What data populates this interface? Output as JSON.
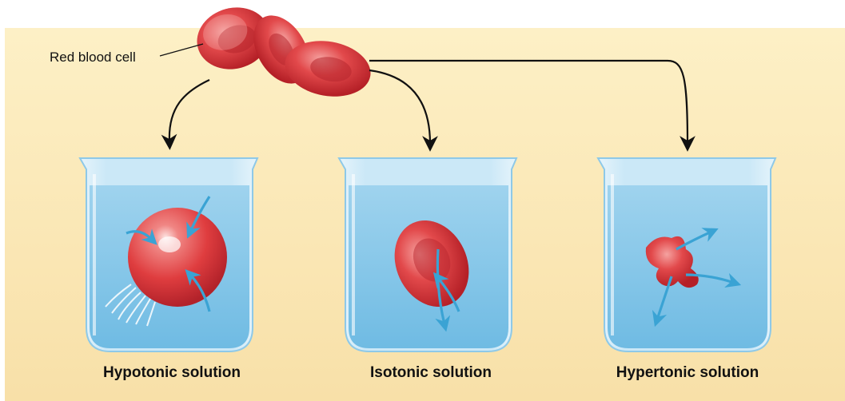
{
  "title_label": "Red blood cell",
  "beakers": [
    {
      "label": "Hypotonic solution"
    },
    {
      "label": "Isotonic solution"
    },
    {
      "label": "Hypertonic solution"
    }
  ],
  "colors": {
    "background": "#f8e4ae",
    "water": "#7ec4e6",
    "cell": "#d8383c",
    "arrow_water": "#3aa3d4",
    "arrow": "#111111"
  }
}
